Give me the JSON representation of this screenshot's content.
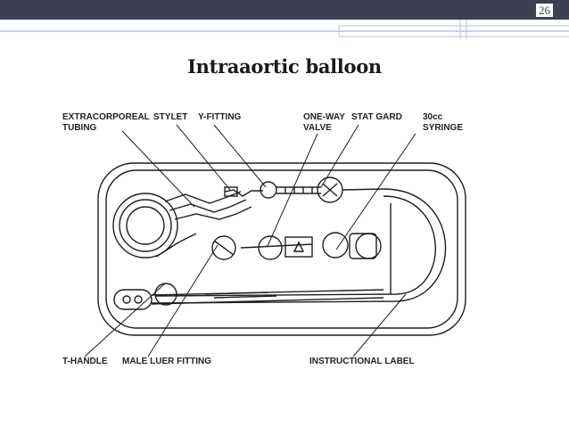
{
  "slide": {
    "number": "26",
    "title": "Intraaortic balloon"
  },
  "colors": {
    "top_bar": "#3d3f55",
    "accent": "#b8c1dd",
    "line": "#1f1f1f"
  },
  "diagram": {
    "labels": {
      "extracorporeal": [
        "EXTRACORPOREAL",
        "TUBING"
      ],
      "stylet": "STYLET",
      "y_fitting": "Y-FITTING",
      "one_way_valve": [
        "ONE-WAY",
        "VALVE"
      ],
      "stat_gard": "STAT GARD",
      "syringe": [
        "30cc",
        "SYRINGE"
      ],
      "t_handle": "T-HANDLE",
      "male_luer": "MALE LUER FITTING",
      "instructional_label": "INSTRUCTIONAL LABEL"
    }
  }
}
